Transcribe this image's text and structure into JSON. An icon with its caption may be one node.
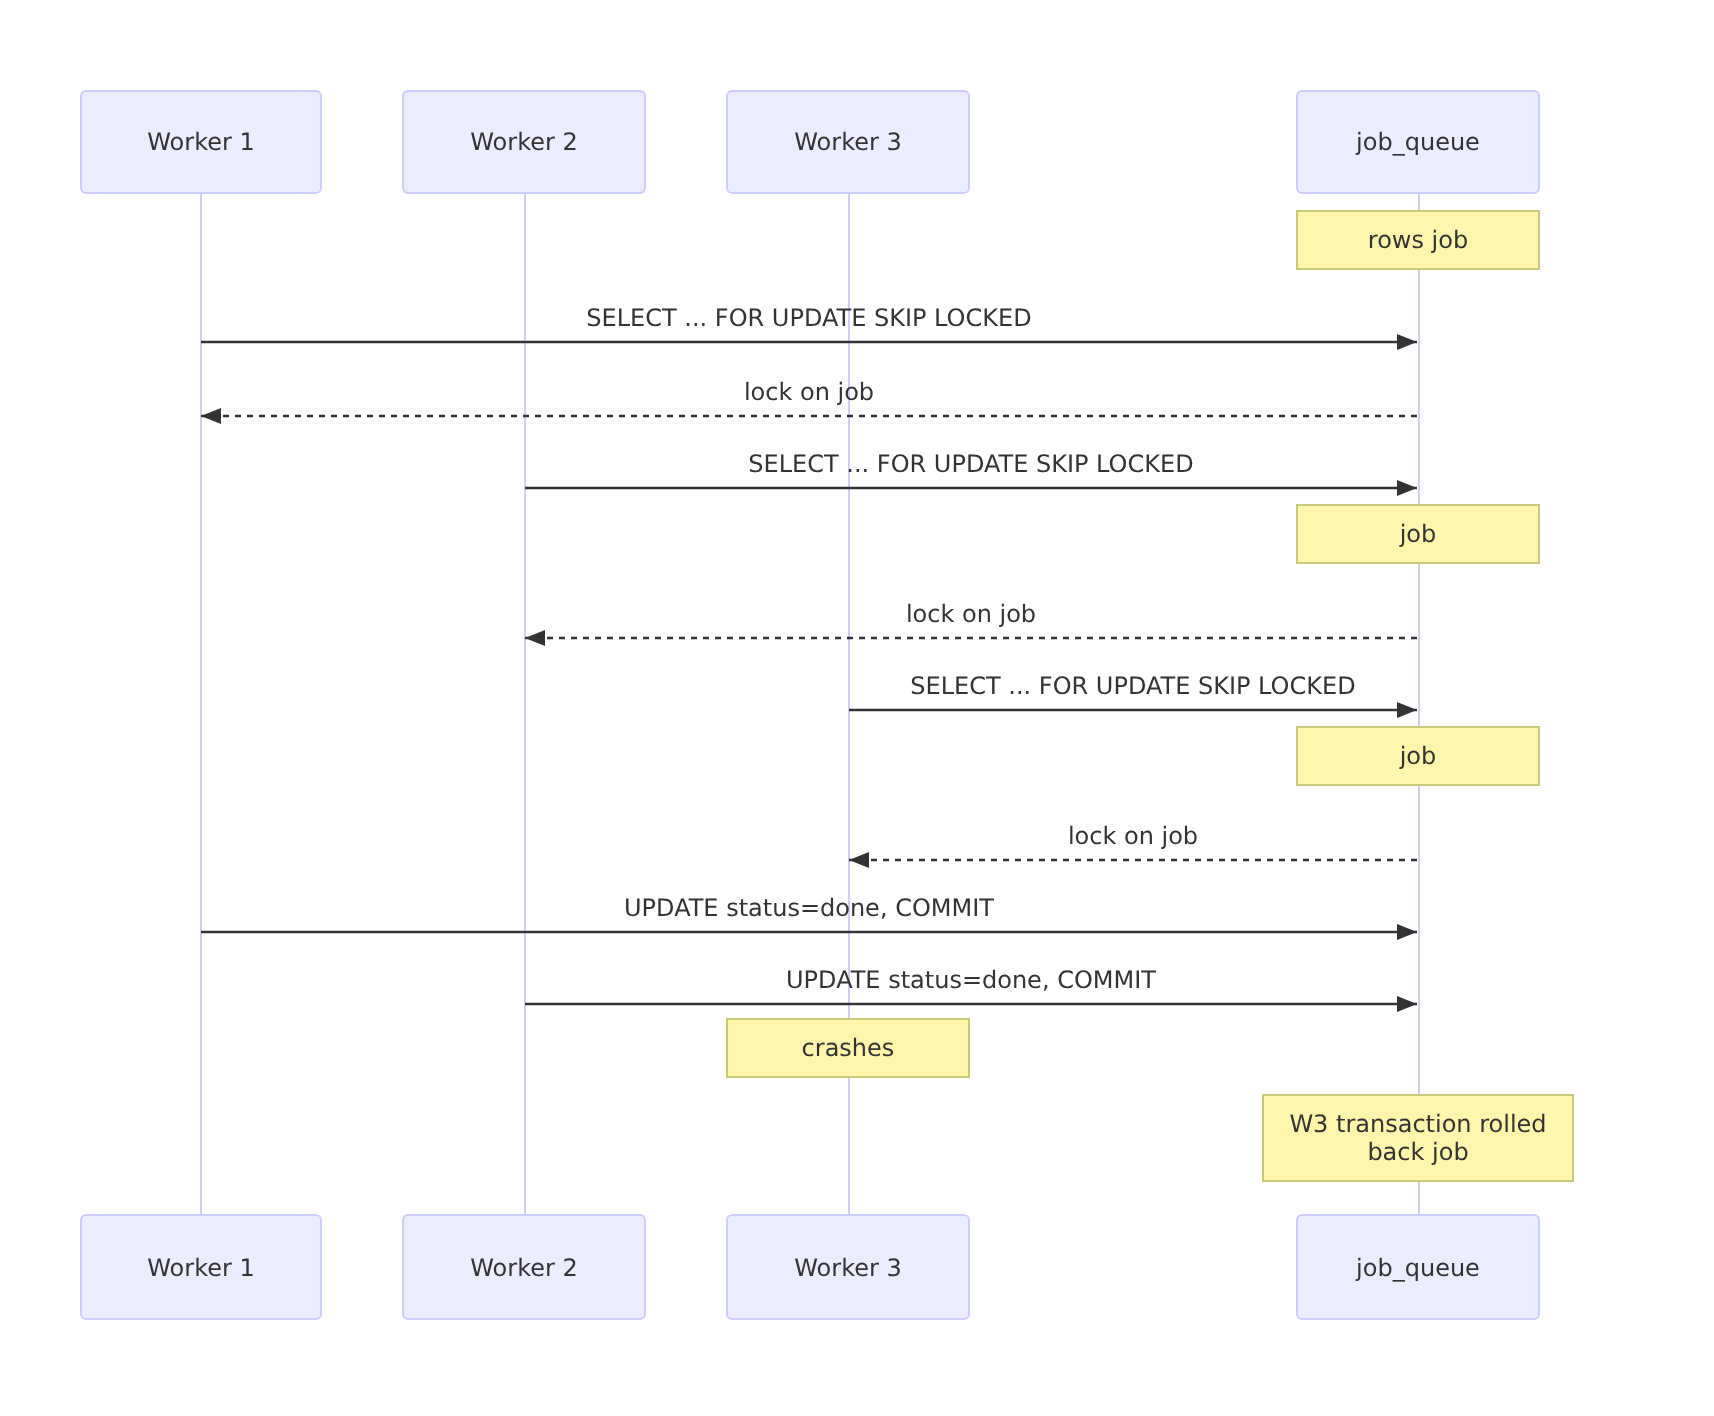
{
  "diagram": {
    "nodes": [
      {
        "text": [
          "Worker 1"
        ]
      },
      {
        "text": [
          "Worker 2"
        ]
      },
      {
        "text": [
          "Worker 3"
        ]
      },
      {
        "text": [
          "job_queue"
        ]
      },
      {
        "text": [],
        "shape": "bar"
      },
      {
        "text": [],
        "shape": "bar"
      },
      {
        "text": [],
        "shape": "bar"
      },
      {
        "text": [],
        "shape": "bar"
      },
      {
        "text": [
          "rows job"
        ]
      },
      {
        "text": [],
        "shape": "bar"
      },
      {
        "text": [
          "job"
        ]
      },
      {
        "text": [],
        "shape": "bar"
      },
      {
        "text": [
          "job"
        ]
      },
      {
        "text": [],
        "shape": "bar"
      },
      {
        "text": [
          "crashes"
        ]
      },
      {
        "text": [],
        "shape": "bar"
      },
      {
        "text": [
          "W3 transaction rolled back job"
        ]
      },
      {
        "text": [],
        "shape": "bar"
      },
      {
        "text": [
          "Worker 1"
        ]
      },
      {
        "text": [
          "Worker 2"
        ]
      },
      {
        "text": [
          "Worker 3"
        ]
      },
      {
        "text": [
          "job_queue"
        ]
      }
    ],
    "edges": [
      {
        "from": 4,
        "to": 9,
        "arrow": "to",
        "label": "SELECT ... FOR UPDATE SKIP LOCKED"
      },
      {
        "from": 9,
        "to": 4,
        "arrow": "to",
        "label": "lock on job",
        "style": "dashed"
      },
      {
        "from": 5,
        "to": 9,
        "arrow": "to",
        "label": "SELECT ... FOR UPDATE SKIP LOCKED"
      },
      {
        "from": 11,
        "to": 5,
        "arrow": "to",
        "label": "lock on job",
        "style": "dashed"
      },
      {
        "from": 6,
        "to": 11,
        "arrow": "to",
        "label": "SELECT ... FOR UPDATE SKIP LOCKED"
      },
      {
        "from": 13,
        "to": 6,
        "arrow": "to",
        "label": "lock on job",
        "style": "dashed"
      },
      {
        "from": 4,
        "to": 13,
        "arrow": "to",
        "label": "UPDATE status=done, COMMIT"
      },
      {
        "from": 5,
        "to": 13,
        "arrow": "to",
        "label": "UPDATE status=done, COMMIT"
      }
    ]
  }
}
